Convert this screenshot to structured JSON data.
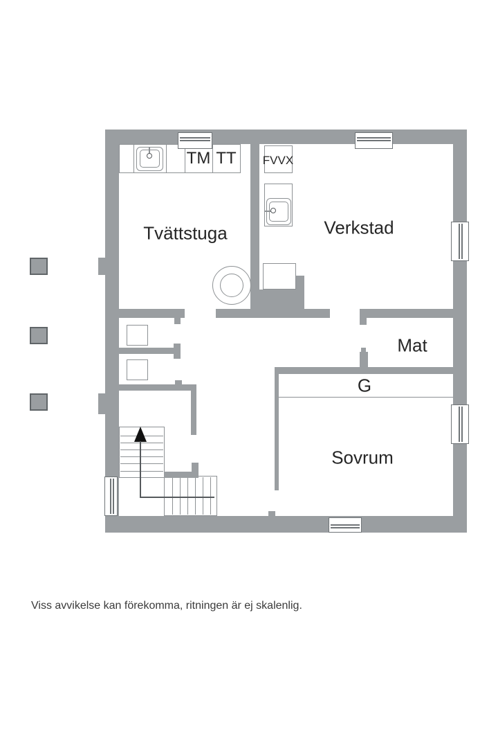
{
  "rooms": {
    "laundry": "Tvättstuga",
    "workshop": "Verkstad",
    "dining": "Mat",
    "wardrobe": "G",
    "bedroom": "Sovrum"
  },
  "appliances": {
    "washing_machine": "TM",
    "tumble_dryer": "TT",
    "heat_exchanger": "FVVX"
  },
  "footer": {
    "disclaimer": "Viss avvikelse kan förekomma, ritningen är ej skalenlig."
  },
  "colors": {
    "wall": "#9a9ea1",
    "wall_outline": "#6f7477",
    "fixture_line": "#8d9194",
    "text": "#262626",
    "background": "#ffffff",
    "stair_arrow": "#111111"
  }
}
